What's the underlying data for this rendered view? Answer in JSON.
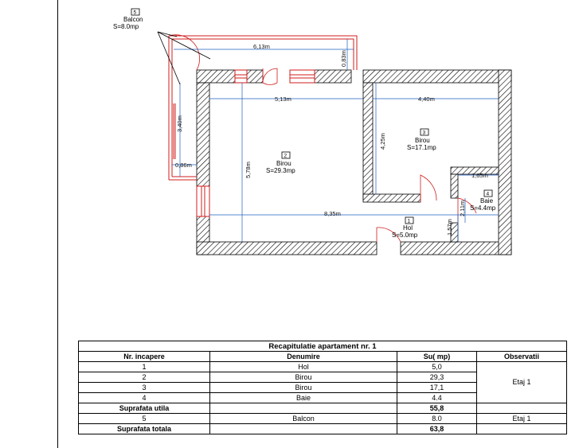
{
  "plan": {
    "rooms": [
      {
        "number": "5",
        "name": "Balcon",
        "area": "S=8.0mp"
      },
      {
        "number": "2",
        "name": "Birou",
        "area": "S=29.3mp"
      },
      {
        "number": "3",
        "name": "Birou",
        "area": "S=17.1mp"
      },
      {
        "number": "4",
        "name": "Baie",
        "area": "S=4.4mp"
      },
      {
        "number": "1",
        "name": "Hol",
        "area": "S=5.0mp"
      }
    ],
    "dimensions": {
      "d613": "6,13m",
      "d083": "0,83m",
      "d340": "3,40m",
      "d086": "0,86m",
      "d513": "5,13m",
      "d440": "4,40m",
      "d425": "4,25m",
      "d578": "5,78m",
      "d165": "1,65m",
      "d211": "2,11m",
      "d835": "8,35m",
      "d157": "1,57m"
    }
  },
  "table": {
    "title": "Recapitulatie apartament nr. 1",
    "headers": [
      "Nr. incapere",
      "Denumire",
      "Su( mp)",
      "Observatii"
    ],
    "rows": [
      {
        "nr": "1",
        "name": "Hol",
        "su": "5,0"
      },
      {
        "nr": "2",
        "name": "Birou",
        "su": "29,3"
      },
      {
        "nr": "3",
        "name": "Birou",
        "su": "17,1"
      },
      {
        "nr": "4",
        "name": "Baie",
        "su": "4.4"
      }
    ],
    "obs_floor": "Etaj 1",
    "utila_label": "Suprafata utila",
    "utila_value": "55,8",
    "balcon_row": {
      "nr": "5",
      "name": "Balcon",
      "su": "8.0",
      "obs": "Etaj 1"
    },
    "totala_label": "Suprafata totala",
    "totala_value": "63,8"
  }
}
